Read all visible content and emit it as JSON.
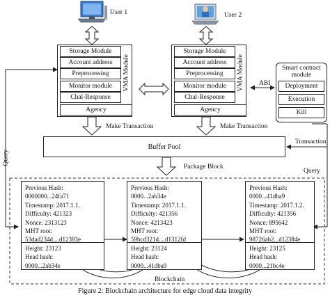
{
  "users": {
    "user1": "User 1",
    "user2": "User 2"
  },
  "node_modules": [
    "Storage Module",
    "Account address",
    "Preprocessing",
    "Monitor module",
    "Chal-Response"
  ],
  "agency": "Agency",
  "vma_module": "VMA Module",
  "make_transaction": "Make Transaction",
  "abi": "ABI",
  "smart_contract": {
    "title_line1": "Smart contract",
    "title_line2": "module",
    "items": [
      "Deployment",
      "Execution",
      "Kill"
    ]
  },
  "buffer_pool": "Buffer Pool",
  "transaction": "Transaction",
  "query_left": "Query",
  "query_right": "Query",
  "package_block": "Package Block",
  "blocks": [
    {
      "lines": [
        "Previous Hash:",
        "0000000...24fa71",
        "Timestamp: 2017.1.1.",
        "Difficulty: 421323",
        "Nonce: 2313123",
        "MHT root:",
        "53dad234d....d12383e"
      ],
      "height": "Height: 23123",
      "head_hash_label": "Head hash:",
      "head_hash": "0000...2ab34e"
    },
    {
      "lines": [
        "Previous Hash:",
        "0000...2ab34e",
        "Timestamp: 2017.1.1.",
        "Difficulty: 421356",
        "Nonce: 4213423",
        "MHT root:",
        "59bcd321d....d1312fd"
      ],
      "height": "Height: 23124",
      "head_hash_label": "Head hash:",
      "head_hash": "0000...41dba9"
    },
    {
      "lines": [
        "Previous Hash:",
        "0000...41dba9",
        "Timestamp: 2017.1.2.",
        "Difficulty: 421356",
        "Nonce: 895642",
        "MHT root:",
        "98726ab2...d12384e"
      ],
      "height": "Height: 23125",
      "head_hash_label": "Head hash:",
      "head_hash": "0000...21bc4e"
    }
  ],
  "blockchain": "Blockchain",
  "caption": "Figure 2: Blockchain architecture for edge cloud data integrity"
}
